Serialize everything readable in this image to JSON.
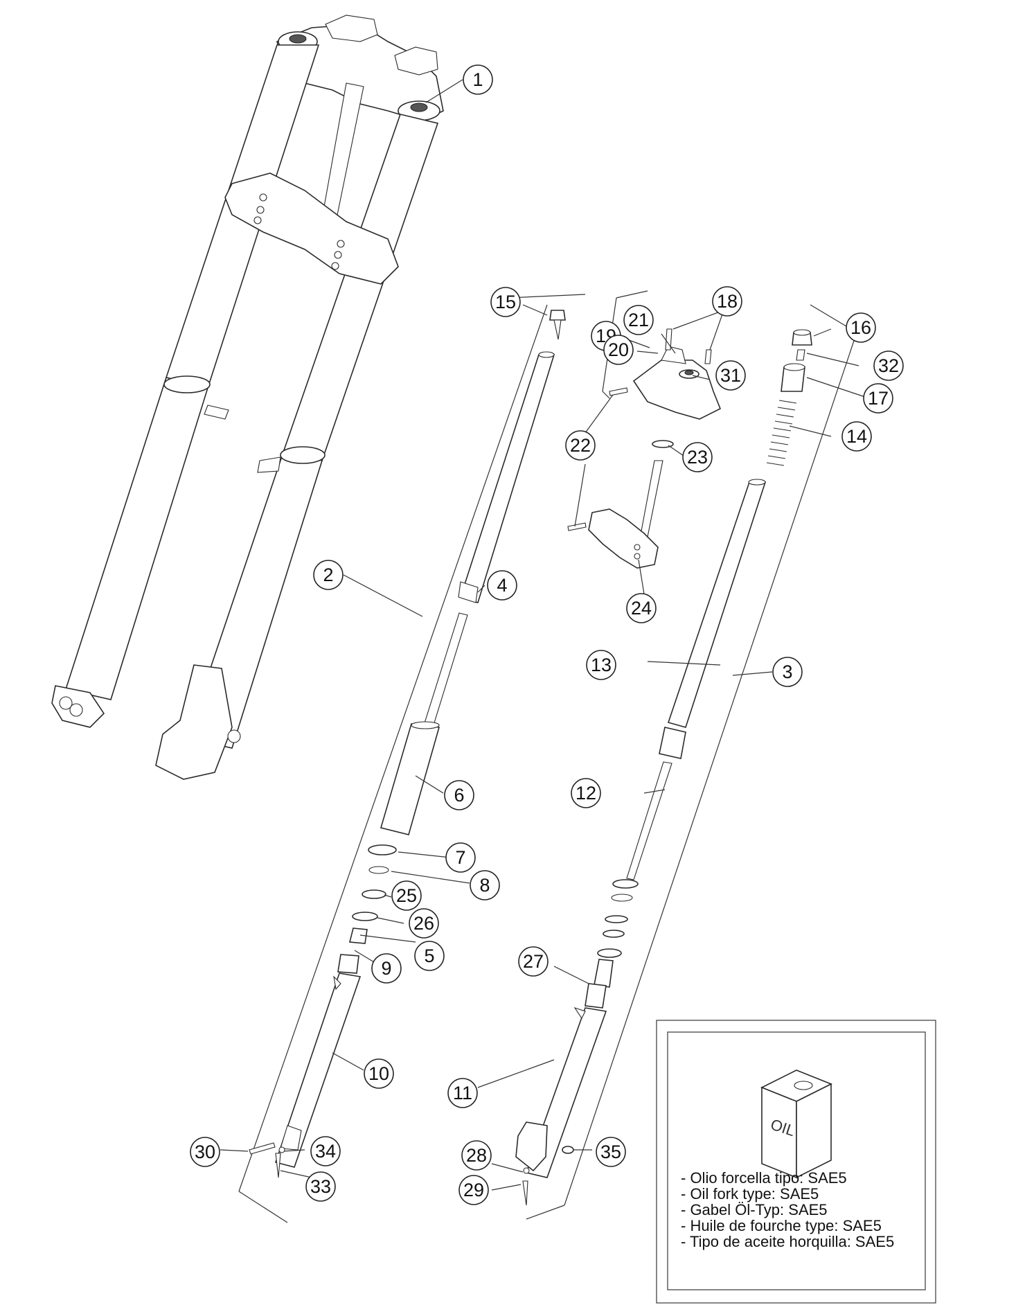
{
  "callouts": [
    "1",
    "2",
    "3",
    "4",
    "5",
    "6",
    "7",
    "8",
    "9",
    "10",
    "11",
    "12",
    "13",
    "14",
    "15",
    "16",
    "17",
    "18",
    "19",
    "20",
    "21",
    "22",
    "23",
    "24",
    "25",
    "26",
    "27",
    "28",
    "29",
    "30",
    "31",
    "32",
    "33",
    "34",
    "35"
  ],
  "oil_box": {
    "can_label": "OIL",
    "notes": [
      "- Olio forcella tipo: SAE5",
      "- Oil fork type: SAE5",
      "- Gabel Öl-Typ: SAE5",
      "- Huile de fourche type: SAE5",
      "- Tipo de aceite horquilla: SAE5"
    ]
  },
  "colors": {
    "line": "#2a2a2a",
    "background": "#ffffff"
  }
}
